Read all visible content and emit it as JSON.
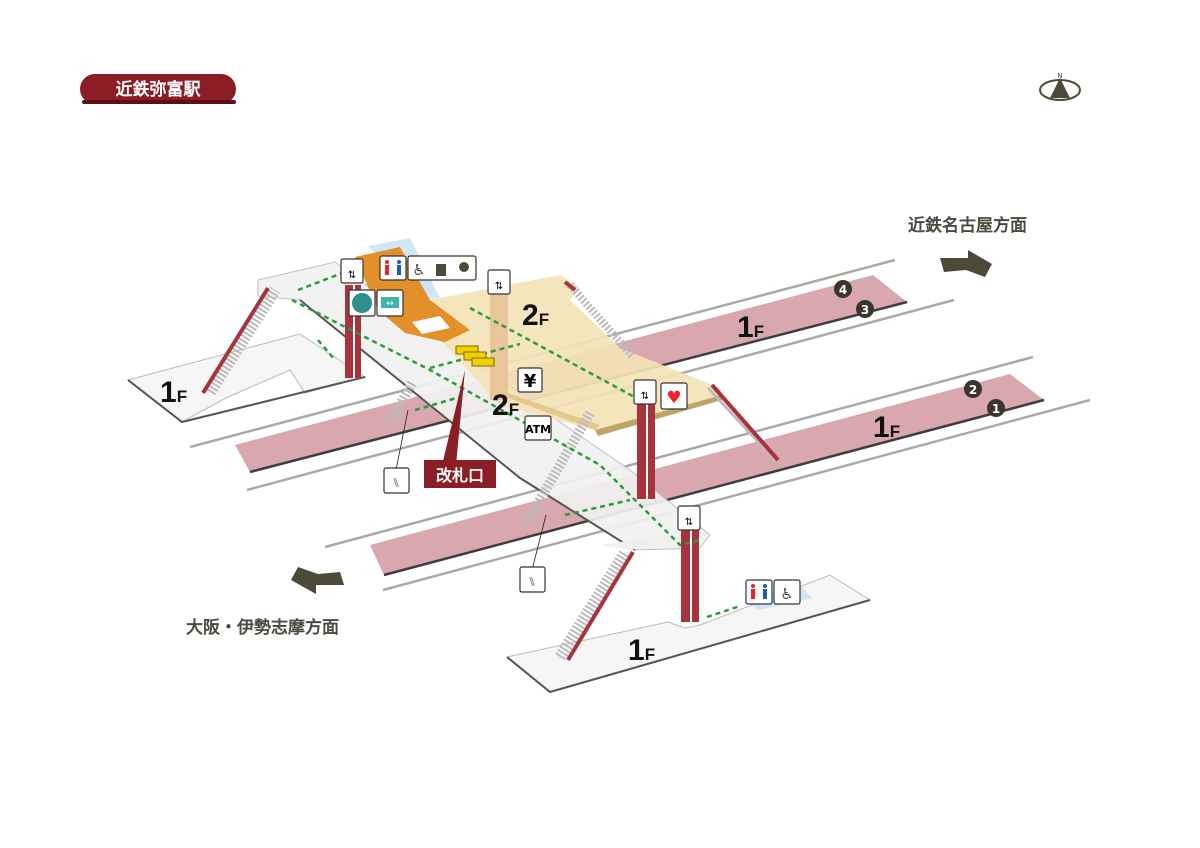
{
  "station_name": "近鉄弥富駅",
  "compass": {
    "label": "N"
  },
  "directions": {
    "nagoya": "近鉄名古屋方面",
    "osaka": "大阪・伊勢志摩方面"
  },
  "floors": {
    "left_1f": {
      "num": "1",
      "suffix": "F"
    },
    "platform_upper_1f": {
      "num": "1",
      "suffix": "F"
    },
    "platform_lower_1f": {
      "num": "1",
      "suffix": "F"
    },
    "bottom_1f": {
      "num": "1",
      "suffix": "F"
    },
    "concourse_2f_upper": {
      "num": "2",
      "suffix": "F"
    },
    "concourse_2f_lower": {
      "num": "2",
      "suffix": "F"
    }
  },
  "platforms": {
    "track1": "1",
    "track2": "2",
    "track3": "3",
    "track4": "4"
  },
  "ticket_gate_label": "改札口",
  "atm_label": "ATM",
  "yen_label": "¥",
  "colors": {
    "brand": "#8b1d24",
    "platform": "#d9a7ae",
    "concourse": "#f3e3b6",
    "orange_area": "#e38f2a",
    "pillar": "#a8333d",
    "route": "#2e9a3e",
    "arrow": "#4e4a3a"
  }
}
